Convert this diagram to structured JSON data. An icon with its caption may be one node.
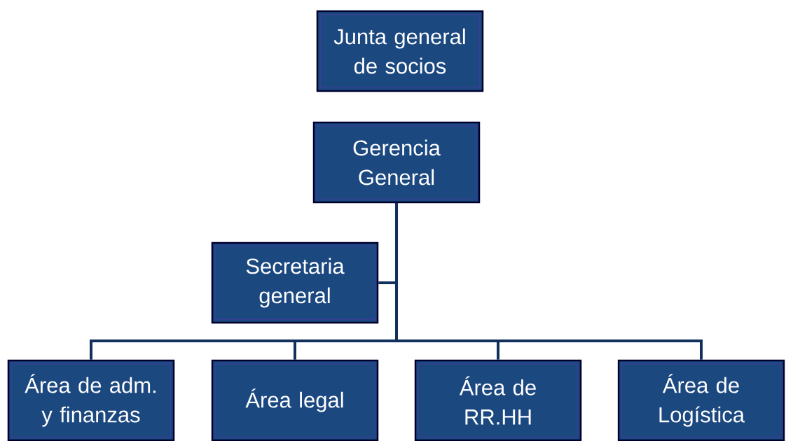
{
  "diagram": {
    "nodes": [
      {
        "text": [
          "Junta general de socios"
        ]
      },
      {
        "text": [
          "Gerencia General"
        ]
      },
      {
        "text": [
          "Secretaria general"
        ]
      },
      {
        "text": [
          "Área de adm. y finanzas"
        ]
      },
      {
        "text": [
          "Área legal"
        ]
      },
      {
        "text": [
          "Área de RR.HH"
        ]
      },
      {
        "text": [
          "Área de Logística"
        ]
      }
    ],
    "edges": [
      {
        "from": 1,
        "to": 2,
        "arrow": "none"
      },
      {
        "from": 1,
        "to": 3,
        "arrow": "none"
      },
      {
        "from": 1,
        "to": 4,
        "arrow": "none"
      },
      {
        "from": 1,
        "to": 5,
        "arrow": "none"
      },
      {
        "from": 1,
        "to": 6,
        "arrow": "none"
      }
    ]
  }
}
